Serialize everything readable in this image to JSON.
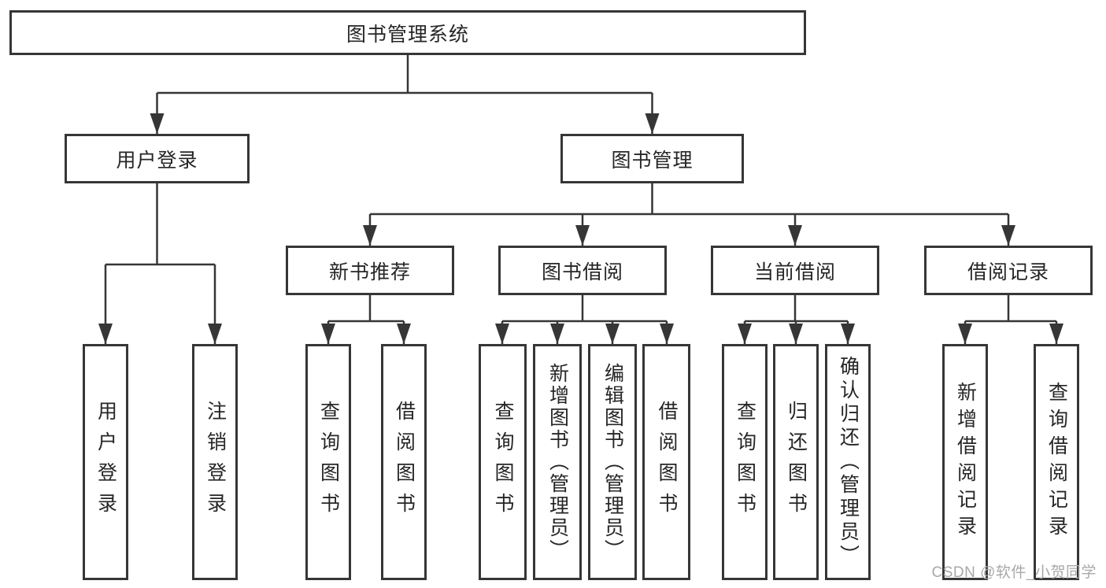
{
  "colors": {
    "line": "#363636",
    "text": "#262626",
    "watermark": "#a8a8a8",
    "background": "#ffffff"
  },
  "nodes": {
    "root": {
      "label": "图书管理系统"
    },
    "user_login": {
      "label": "用户登录",
      "children": [
        {
          "label": "用户登录"
        },
        {
          "label": "注销登录"
        }
      ]
    },
    "book_mgmt": {
      "label": "图书管理",
      "children": [
        {
          "label": "新书推荐",
          "children": [
            {
              "label": "查询图书"
            },
            {
              "label": "借阅图书"
            }
          ]
        },
        {
          "label": "图书借阅",
          "children": [
            {
              "label": "查询图书"
            },
            {
              "label": "新增图书（管理员）"
            },
            {
              "label": "编辑图书（管理员）"
            },
            {
              "label": "借阅图书"
            }
          ]
        },
        {
          "label": "当前借阅",
          "children": [
            {
              "label": "查询图书"
            },
            {
              "label": "归还图书"
            },
            {
              "label": "确认归还（管理员）"
            }
          ]
        },
        {
          "label": "借阅记录",
          "children": [
            {
              "label": "新增借阅记录"
            },
            {
              "label": "查询借阅记录"
            }
          ]
        }
      ]
    }
  },
  "watermark": {
    "text": "CSDN @软件_小贺同学"
  }
}
